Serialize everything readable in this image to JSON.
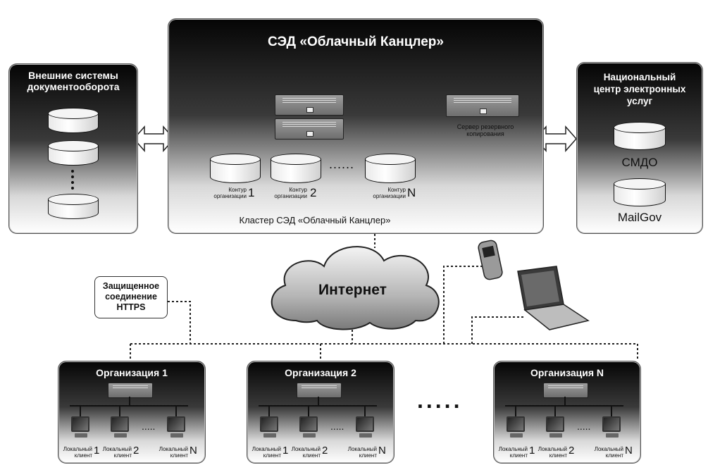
{
  "main_system": {
    "title": "СЭД «Облачный Канцлер»",
    "backup_server_label": "Сервер резервного копирования",
    "cluster_label": "Кластер СЭД «Облачный Канцлер»",
    "ellipsis": "......",
    "contours": [
      {
        "label": "Контур организации",
        "index": "1"
      },
      {
        "label": "Контур организации",
        "index": "2"
      },
      {
        "label": "Контур организации",
        "index": "N"
      }
    ]
  },
  "external": {
    "title": "Внешние системы документооборота"
  },
  "national": {
    "title": "Национальный центр электронных услуг",
    "db1": "СМДО",
    "db2": "MailGov"
  },
  "internet": {
    "label": "Интернет"
  },
  "https_box": {
    "label": "Защищенное соединение HTTPS"
  },
  "org_ellipsis": ".....",
  "organizations": [
    {
      "title": "Организация 1",
      "clients": [
        {
          "label": "Локальный клиент",
          "index": "1"
        },
        {
          "label": "Локальный клиент",
          "index": "2"
        },
        {
          "label": "Локальный клиент",
          "index": "N"
        }
      ],
      "dots": "....."
    },
    {
      "title": "Организация 2",
      "clients": [
        {
          "label": "Локальный клиент",
          "index": "1"
        },
        {
          "label": "Локальный клиент",
          "index": "2"
        },
        {
          "label": "Локальный клиент",
          "index": "N"
        }
      ],
      "dots": "....."
    },
    {
      "title": "Организация N",
      "clients": [
        {
          "label": "Локальный клиент",
          "index": "1"
        },
        {
          "label": "Локальный клиент",
          "index": "2"
        },
        {
          "label": "Локальный клиент",
          "index": "N"
        }
      ],
      "dots": "....."
    }
  ]
}
